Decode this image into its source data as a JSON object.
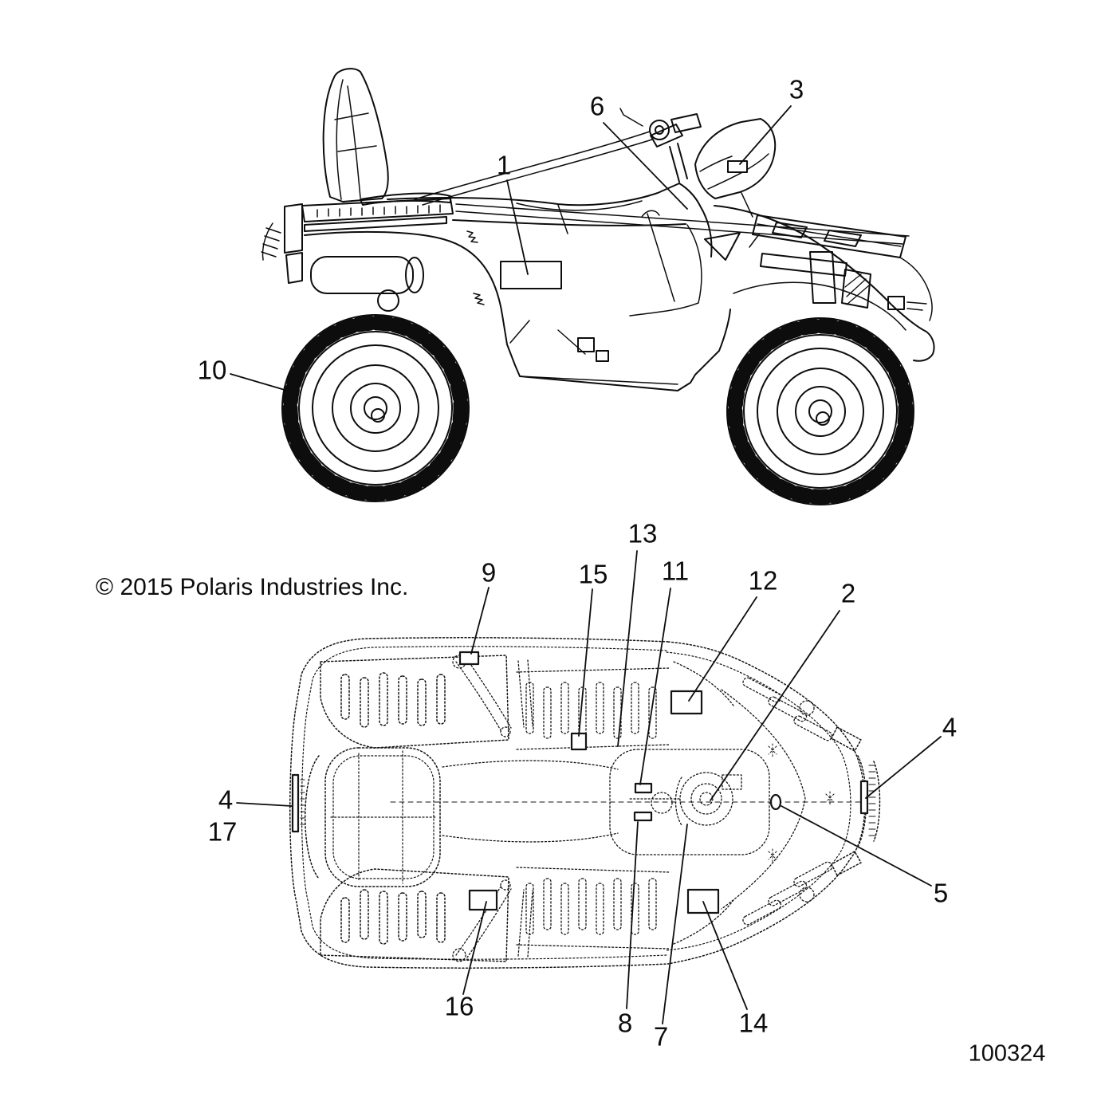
{
  "meta": {
    "copyright": "© 2015 Polaris Industries Inc.",
    "part_number": "100324"
  },
  "colors": {
    "ink": "#000000",
    "background": "#ffffff"
  },
  "views": {
    "side_view": "ATV side profile with decal locations",
    "top_view": "ATV top (plan) view with decal locations"
  },
  "callouts": {
    "c1": {
      "label": "1"
    },
    "c2": {
      "label": "2"
    },
    "c3": {
      "label": "3"
    },
    "c4_front": {
      "label": "4"
    },
    "c4_rear": {
      "label": "4"
    },
    "c5": {
      "label": "5"
    },
    "c6": {
      "label": "6"
    },
    "c7": {
      "label": "7"
    },
    "c8": {
      "label": "8"
    },
    "c9": {
      "label": "9"
    },
    "c10": {
      "label": "10"
    },
    "c11": {
      "label": "11"
    },
    "c12": {
      "label": "12"
    },
    "c13": {
      "label": "13"
    },
    "c14": {
      "label": "14"
    },
    "c15": {
      "label": "15"
    },
    "c16": {
      "label": "16"
    },
    "c17": {
      "label": "17"
    }
  }
}
